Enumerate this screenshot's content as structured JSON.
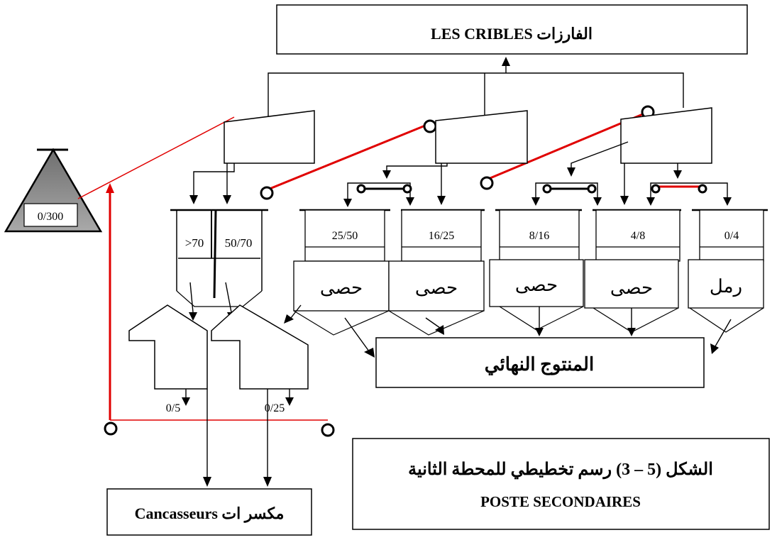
{
  "title_box": {
    "latin": "LES CRIBLES",
    "arabic": "الفارزات"
  },
  "hopper": {
    "label": "0/300"
  },
  "primary_bins": {
    "bin_a": ">70",
    "bin_b": "50/70"
  },
  "product_bins": [
    {
      "size": "25/50",
      "product": "حصى"
    },
    {
      "size": "16/25",
      "product": "حصى"
    },
    {
      "size": "8/16",
      "product": "حصى"
    },
    {
      "size": "4/8",
      "product": "حصى"
    },
    {
      "size": "0/4",
      "product": "رمل"
    }
  ],
  "final_product": {
    "label": "المنتوج النهائي"
  },
  "crushers": {
    "crusher_a_output": "0/5",
    "crusher_b_output": "0/25"
  },
  "crushers_box": {
    "latin": "Cancasseurs",
    "arabic": "مكسر ات"
  },
  "caption": {
    "line1": "الشكل (5 – 3) رسم تخطيطي للمحطة الثانية",
    "line2": "POSTE SECONDAIRES"
  },
  "colors": {
    "conveyor": "#e00000",
    "line": "#000000",
    "hopper_fill": "#8a8a8a"
  }
}
